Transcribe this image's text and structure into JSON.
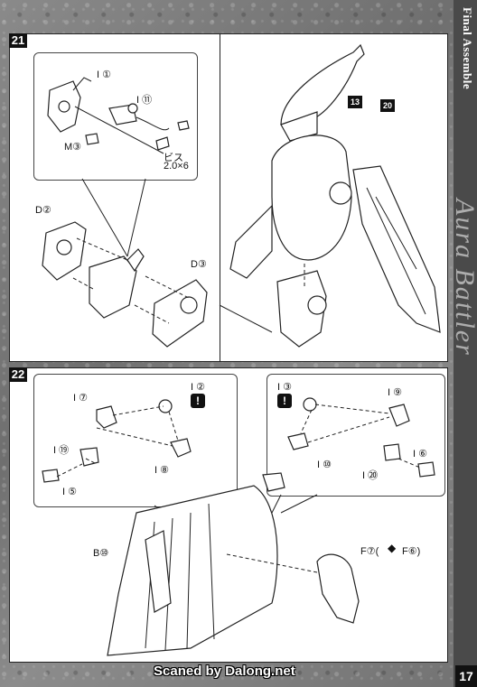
{
  "sidebar": {
    "title": "Final Assemble"
  },
  "script_title": "Aura Battler",
  "footer": {
    "credit": "Scaned by Dalong.net",
    "page_number": "17"
  },
  "step21": {
    "number": "21",
    "callout_labels": {
      "i1": "I ①",
      "i11": "I ⑪",
      "m3": "M③",
      "screw": "ビス",
      "screw_size": "2.0×6"
    },
    "labels": {
      "d2": "D②",
      "d3": "D③"
    },
    "right_labels": {
      "p13": "13",
      "p20": "20"
    }
  },
  "step22": {
    "number": "22",
    "left_callout": {
      "i7": "I ⑦",
      "i2": "I ②",
      "i19": "I ⑲",
      "i8": "I ⑧",
      "i5": "I ⑤",
      "warn": "!"
    },
    "right_callout": {
      "i3": "I ③",
      "i9": "I ⑨",
      "i10": "I ⑩",
      "i6": "I ⑥",
      "i20": "I ⑳",
      "warn": "!"
    },
    "labels": {
      "b10": "B⑩",
      "f7": "F⑦(",
      "f6": "F⑥)"
    }
  }
}
